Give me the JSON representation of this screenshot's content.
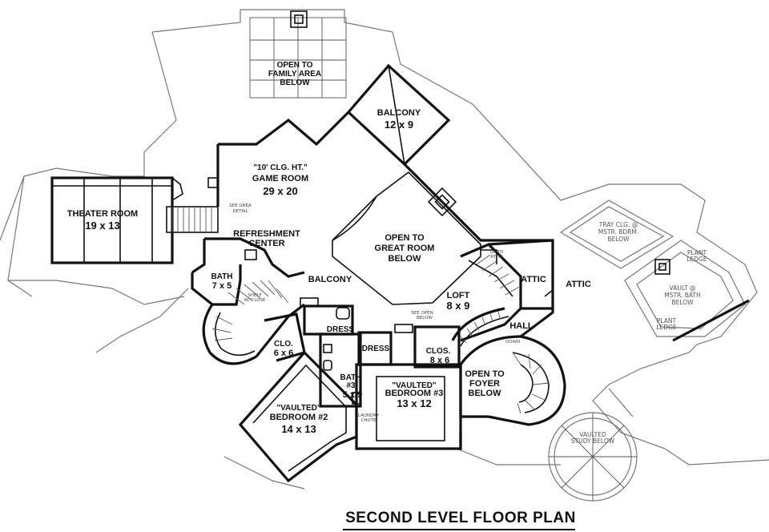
{
  "title": "SECOND LEVEL FLOOR PLAN",
  "rooms": {
    "open_family": [
      "OPEN TO",
      "FAMILY AREA",
      "BELOW"
    ],
    "balcony_top": [
      "BALCONY",
      "12 x 9"
    ],
    "game_room": [
      "\"10' CLG. HT.\"",
      "GAME ROOM",
      "29 x 20"
    ],
    "theater": [
      "THEATER ROOM",
      "19 x 13"
    ],
    "refreshment": [
      "REFRESHMENT",
      "CENTER"
    ],
    "open_great": [
      "OPEN TO",
      "GREAT ROOM",
      "BELOW"
    ],
    "bath_left": [
      "BATH",
      "7 x 5"
    ],
    "balcony_mid": "BALCONY",
    "loft": [
      "LOFT",
      "8 x 9"
    ],
    "attic_1": "ATTIC",
    "attic_2": "ATTIC",
    "hall": "HALL",
    "dress_1": "DRESS",
    "dress_2": "DRESS",
    "clo_left": [
      "CLO.",
      "6 x 6"
    ],
    "clos_mid": [
      "CLOS.",
      "8 x 6"
    ],
    "bath3": [
      "BATH",
      "#3",
      "5 x 9"
    ],
    "bedroom3": [
      "\"VAULTED\"",
      "BEDROOM #3",
      "13 x 12"
    ],
    "open_foyer": [
      "OPEN TO",
      "FOYER",
      "BELOW"
    ],
    "bedroom2": [
      "\"VAULTED\"",
      "BEDROOM #2",
      "14 x 13"
    ]
  },
  "roof_notes": {
    "tray_clg": [
      "TRAY CLG. @",
      "MSTR. BDRM.",
      "BELOW"
    ],
    "plant_ledge_1": [
      "PLANT",
      "LEDGE"
    ],
    "vault_bath": [
      "VAULT @",
      "MSTR. BATH",
      "BELOW"
    ],
    "plant_ledge_2": [
      "PLANT",
      "LEDGE"
    ],
    "vaulted_study": [
      "VAULTED",
      "STUDY BELOW"
    ]
  }
}
